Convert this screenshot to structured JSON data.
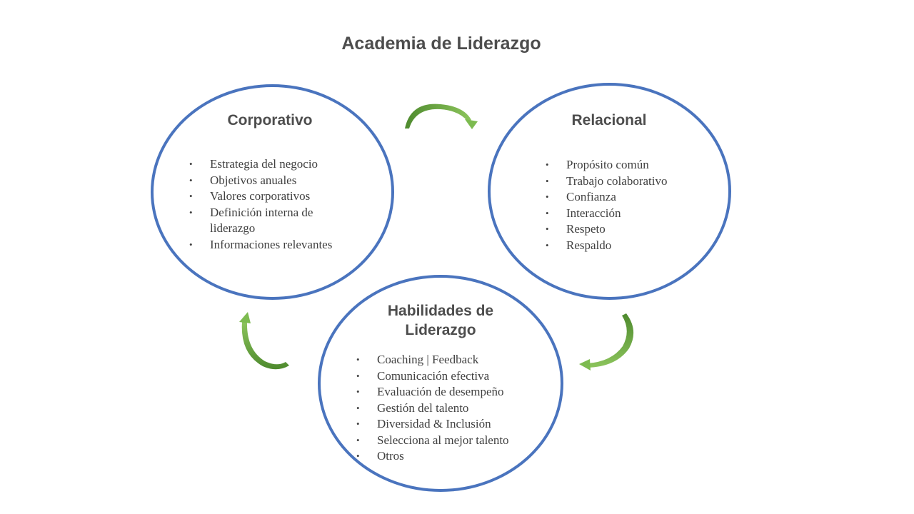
{
  "title": "Academia de Liderazgo",
  "colors": {
    "circle_border": "#4a74be",
    "arrow_dark": "#4e8a2e",
    "arrow_light": "#7dbb50"
  },
  "nodes": {
    "corporativo": {
      "title": "Corporativo",
      "items": [
        "Estrategia del negocio",
        "Objetivos anuales",
        "Valores corporativos",
        "Definición interna de liderazgo",
        "Informaciones relevantes"
      ]
    },
    "relacional": {
      "title": "Relacional",
      "items": [
        "Propósito común",
        "Trabajo colaborativo",
        "Confianza",
        "Interacción",
        "Respeto",
        "Respaldo"
      ]
    },
    "habilidades": {
      "title": "Habilidades de Liderazgo",
      "items": [
        "Coaching | Feedback",
        "Comunicación efectiva",
        "Evaluación de desempeño",
        "Gestión del talento",
        "Diversidad & Inclusión",
        "Selecciona al mejor talento",
        "Otros"
      ]
    }
  },
  "arrows": [
    "cycle-arrow-icon",
    "cycle-arrow-icon",
    "cycle-arrow-icon"
  ]
}
